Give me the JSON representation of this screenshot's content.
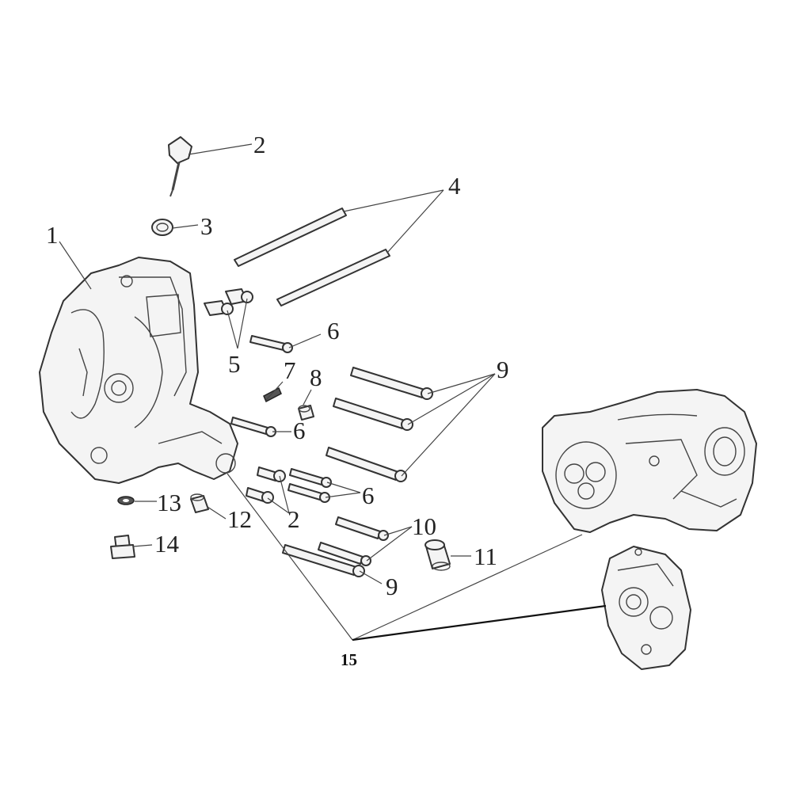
{
  "callouts": {
    "c1": "1",
    "c2_top": "2",
    "c2_bottom": "2",
    "c3": "3",
    "c4": "4",
    "c5": "5",
    "c6_a": "6",
    "c6_b": "6",
    "c6_c": "6",
    "c7": "7",
    "c8": "8",
    "c9_a": "9",
    "c9_b": "9",
    "c10": "10",
    "c11": "11",
    "c12": "12",
    "c13": "13",
    "c14": "14",
    "c15": "15"
  },
  "colors": {
    "ink": "#222222",
    "background": "#ffffff"
  }
}
